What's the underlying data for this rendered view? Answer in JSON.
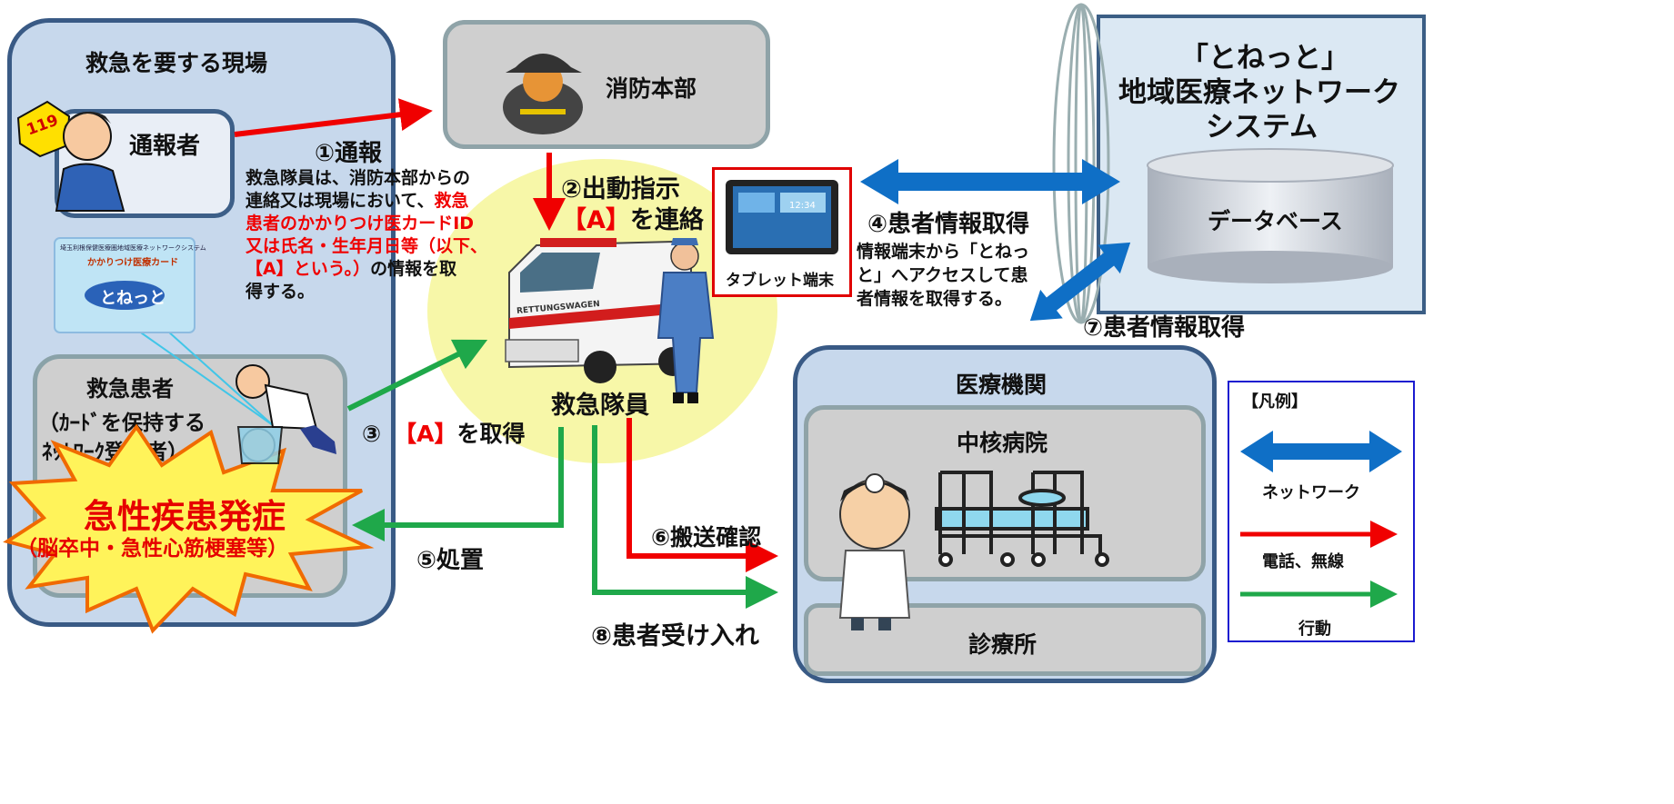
{
  "scene": {
    "title": "救急を要する現場",
    "caller_label": "通報者",
    "patient_title": "救急患者",
    "patient_sub1": "（ｶｰﾄﾞを保持する",
    "patient_sub2": "ﾈｯﾄﾜｰｸ登録者）",
    "onset_title": "急性疾患発症",
    "onset_sub": "（脳卒中・急性心筋梗塞等）",
    "phone_badge": "119",
    "card": {
      "header": "埼玉利根保健医療圏地域医療ネットワークシステム",
      "subheader": "かかりつけ医療カード",
      "logo": "とねっと"
    }
  },
  "fire_dept": {
    "label": "消防本部"
  },
  "ems": {
    "label": "救急隊員",
    "ambulance_text": "RETTUNGSWAGEN"
  },
  "tablet": {
    "label": "タブレット端末",
    "clock": "12:34"
  },
  "tonet": {
    "title_line1": "「とねっと」",
    "title_line2": "地域医療ネットワーク",
    "title_line3": "システム",
    "db_label": "データベース"
  },
  "hospital": {
    "title": "医療機関",
    "core": "中核病院",
    "clinic": "診療所"
  },
  "steps": {
    "s1_title": "①通報",
    "s1_line1": "救急隊員は、消防本部からの",
    "s1_line2a": "連絡又は現場において、",
    "s1_line2b": "救急",
    "s1_line3": "患者のかかりつけ医カードID",
    "s1_line4": "又は氏名・生年月日等（以下、",
    "s1_line5a": "【A】という。）",
    "s1_line5b": "の情報を取",
    "s1_line6": "得する。",
    "s2_title": "②出動指示",
    "s2_sub_a": "【A】",
    "s2_sub_b": "を連絡",
    "s3_num": "③",
    "s3_a": "【A】",
    "s3_b": "を取得",
    "s4_title": "④患者情報取得",
    "s4_line1": "情報端末から「とねっ",
    "s4_line2": "と」へアクセスして患",
    "s4_line3": "者情報を取得する。",
    "s5": "⑤処置",
    "s6": "⑥搬送確認",
    "s7": "⑦患者情報取得",
    "s8": "⑧患者受け入れ"
  },
  "legend": {
    "title": "【凡例】",
    "network": "ネットワーク",
    "phone": "電話、無線",
    "action": "行動"
  },
  "colors": {
    "network_arrow": "#0f6fc6",
    "phone_arrow": "#f00000",
    "action_arrow": "#1fa84a",
    "highlight_text": "#f00000",
    "panel_blue": "#c7d8ec",
    "panel_grey": "#cfcfcf",
    "ems_circle": "#f7f7a8"
  }
}
